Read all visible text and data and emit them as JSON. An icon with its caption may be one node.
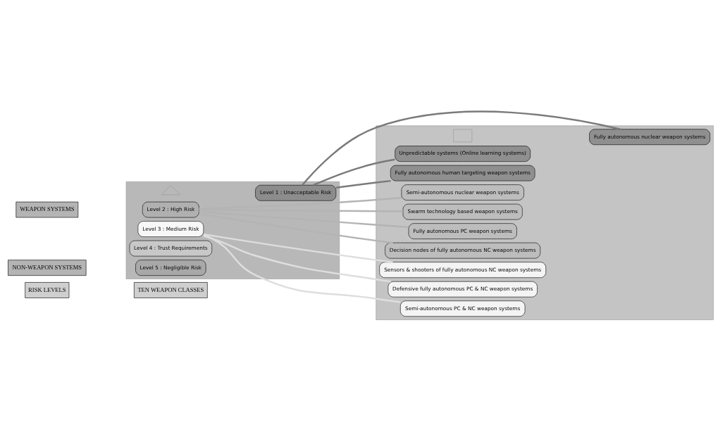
{
  "diagram": {
    "nodes": [
      {
        "text": [
          "RISK LEVELS"
        ]
      },
      {
        "text": [
          "TEN WEAPON CLASSES"
        ]
      },
      {
        "text": [],
        "shape": "triangle"
      },
      {
        "text": [
          "Level 1 : Unacceptable Risk"
        ],
        "in": 2
      },
      {
        "text": [
          "Level 2 : High Risk"
        ],
        "in": 2
      },
      {
        "text": [
          "Level 3 : Medium Risk"
        ],
        "in": 2
      },
      {
        "text": [
          "Level 4 : Trust Requirements"
        ],
        "in": 2
      },
      {
        "text": [
          "Level 5 : Negligible Risk"
        ],
        "in": 2
      },
      {
        "text": [
          "WEAPON SYSTEMS"
        ]
      },
      {
        "text": [
          "NON-WEAPON SYSTEMS"
        ]
      },
      {
        "text": [],
        "shape": "box"
      },
      {
        "text": [
          "Fully autonomous nuclear weapon systems"
        ],
        "in": 10
      },
      {
        "text": [
          "Unpredictable systems (Online learning systems)"
        ],
        "in": 10
      },
      {
        "text": [
          "Fully autonomous human targeting weapon systems"
        ],
        "in": 10
      },
      {
        "text": [
          "Semi-autonomous nuclear weapon systems"
        ],
        "in": 10
      },
      {
        "text": [
          "Swarm technology based weapon systems"
        ],
        "in": 10
      },
      {
        "text": [
          "Fully autonomous PC weapon systems"
        ],
        "in": 10
      },
      {
        "text": [
          "Decision nodes of fully autonomous NC weapon systems"
        ],
        "in": 10
      },
      {
        "text": [
          "Sensors & shooters of fully autonomous NC weapon systems"
        ],
        "in": 10
      },
      {
        "text": [
          "Defensive fully autonomous PC & NC weapon systems"
        ],
        "in": 10
      },
      {
        "text": [
          "Semi-autonomous PC & NC weapon systems"
        ],
        "in": 10
      }
    ],
    "edges": [
      {
        "from": 3,
        "to": 11,
        "arrow": "none",
        "color": "#7a7a7a"
      },
      {
        "from": 3,
        "to": 12,
        "arrow": "none",
        "color": "#7a7a7a"
      },
      {
        "from": 3,
        "to": 13,
        "arrow": "none",
        "color": "#7a7a7a"
      },
      {
        "from": 4,
        "to": 14,
        "arrow": "none"
      },
      {
        "from": 4,
        "to": 15,
        "arrow": "none"
      },
      {
        "from": 4,
        "to": 16,
        "arrow": "none"
      },
      {
        "from": 4,
        "to": 17,
        "arrow": "none"
      },
      {
        "from": 5,
        "to": 18,
        "arrow": "none",
        "color": "#dedede"
      },
      {
        "from": 5,
        "to": 19,
        "arrow": "none",
        "color": "#dedede"
      },
      {
        "from": 5,
        "to": 20,
        "arrow": "none",
        "color": "#dedede"
      }
    ]
  }
}
